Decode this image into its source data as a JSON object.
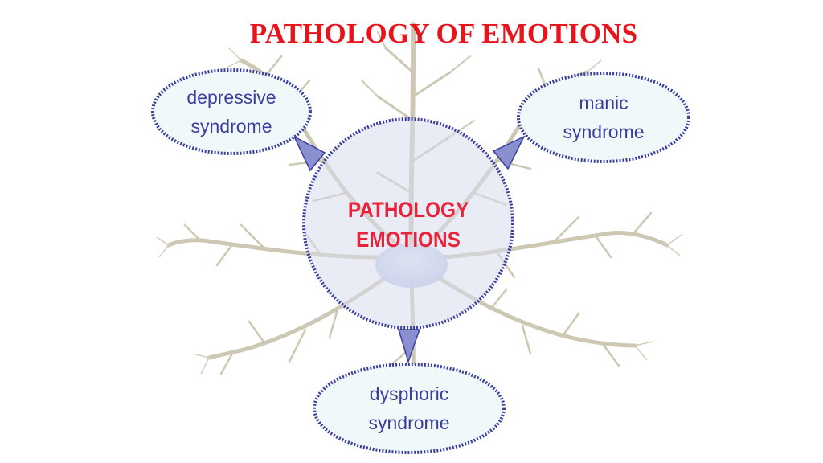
{
  "title": "PATHOLOGY OF EMOTIONS",
  "center": {
    "line1": "PATHOLOGY",
    "line2": "EMOTIONS"
  },
  "nodes": {
    "depressive": {
      "line1": "depressive",
      "line2": "syndrome"
    },
    "manic": {
      "line1": "manic",
      "line2": "syndrome"
    },
    "dysphoric": {
      "line1": "dysphoric",
      "line2": "syndrome"
    }
  },
  "colors": {
    "title": "#e8141b",
    "center_text": "#e8233b",
    "node_text": "#3a3f9c",
    "border": "#3a3f9c",
    "connector": "#8a8fd0",
    "bubble_fill": "#f1f8fa",
    "neuron": "#c9c4ae"
  }
}
